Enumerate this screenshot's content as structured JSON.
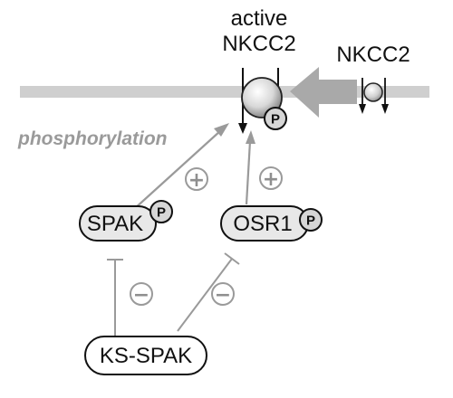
{
  "labels": {
    "active": "active",
    "nkcc2_active": "NKCC2",
    "nkcc2_inactive": "NKCC2",
    "phosphorylation": "phosphorylation",
    "spak": "SPAK",
    "osr1": "OSR1",
    "ks_spak": "KS-SPAK",
    "p_badge_nkcc2": "P",
    "p_badge_spak": "P",
    "p_badge_osr1": "P",
    "plus_spak": "+",
    "plus_osr1": "+",
    "minus_spak": "−",
    "minus_osr1": "−"
  },
  "colors": {
    "membrane": "#cfcfcf",
    "arrow_gray": "#9a9a9a",
    "node_fill": "#e8e8e8",
    "outline": "#111111"
  },
  "icons": {
    "sphere": "sphere-icon",
    "trafficking_arrow": "big-arrow-icon",
    "plus": "plus-circle-icon",
    "minus": "minus-circle-icon"
  }
}
